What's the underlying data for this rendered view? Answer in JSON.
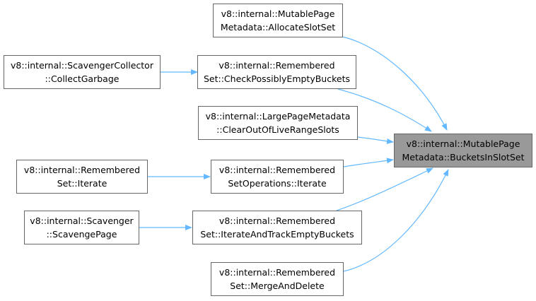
{
  "nodes": {
    "target": {
      "line1": "v8::internal::MutablePage",
      "line2": "Metadata::BucketsInSlotSet"
    },
    "allocate": {
      "line1": "v8::internal::MutablePage",
      "line2": "Metadata::AllocateSlotSet"
    },
    "collect": {
      "line1": "v8::internal::ScavengerCollector",
      "line2": "::CollectGarbage"
    },
    "check": {
      "line1": "v8::internal::Remembered",
      "line2": "Set::CheckPossiblyEmptyBuckets"
    },
    "clear": {
      "line1": "v8::internal::LargePageMetadata",
      "line2": "::ClearOutOfLiveRangeSlots"
    },
    "rs_iterate": {
      "line1": "v8::internal::Remembered",
      "line2": "Set::Iterate"
    },
    "rso_iterate": {
      "line1": "v8::internal::Remembered",
      "line2": "SetOperations::Iterate"
    },
    "scavenge": {
      "line1": "v8::internal::Scavenger",
      "line2": "::ScavengePage"
    },
    "track": {
      "line1": "v8::internal::Remembered",
      "line2": "Set::IterateAndTrackEmptyBuckets"
    },
    "merge": {
      "line1": "v8::internal::Remembered",
      "line2": "Set::MergeAndDelete"
    }
  },
  "edges": [
    {
      "from": "allocate",
      "to": "target"
    },
    {
      "from": "check",
      "to": "target"
    },
    {
      "from": "clear",
      "to": "target"
    },
    {
      "from": "rso_iterate",
      "to": "target"
    },
    {
      "from": "track",
      "to": "target"
    },
    {
      "from": "merge",
      "to": "target"
    },
    {
      "from": "collect",
      "to": "check"
    },
    {
      "from": "rs_iterate",
      "to": "rso_iterate"
    },
    {
      "from": "scavenge",
      "to": "track"
    }
  ],
  "colors": {
    "edge": "#63b8ff",
    "node_border": "#666666",
    "focus_fill": "#999999"
  }
}
